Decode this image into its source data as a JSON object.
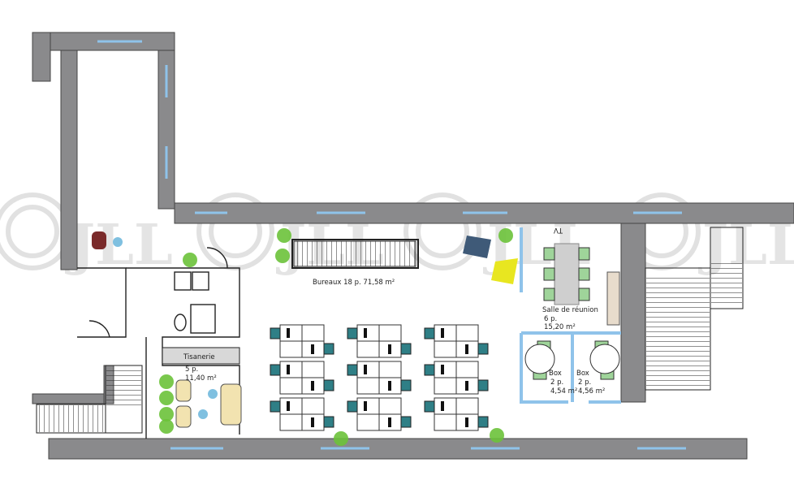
{
  "plan": {
    "offices": {
      "name": "Bureaux",
      "capacity": "18 p.",
      "area": "71,58 m²"
    },
    "kitchen": {
      "name": "Tisanerie",
      "capacity": "5 p.",
      "area": "11,40 m²"
    },
    "meeting_room": {
      "name": "Salle de réunion",
      "capacity": "6 p.",
      "area": "15,20 m²",
      "tv_label": "TV"
    },
    "box_1": {
      "name": "Box",
      "capacity": "2 p.",
      "area": "4,54 m²"
    },
    "box_2": {
      "name": "Box",
      "capacity": "2 p.",
      "area": "4,56 m²"
    }
  },
  "watermark": "JLL",
  "colors": {
    "wall": "#8a8a8c",
    "partition": "#8fc3ea",
    "chair": "#2f7f86",
    "meeting_chair": "#9fd49a",
    "plant": "#6cc23a",
    "sofa": "#f2e3b0"
  }
}
